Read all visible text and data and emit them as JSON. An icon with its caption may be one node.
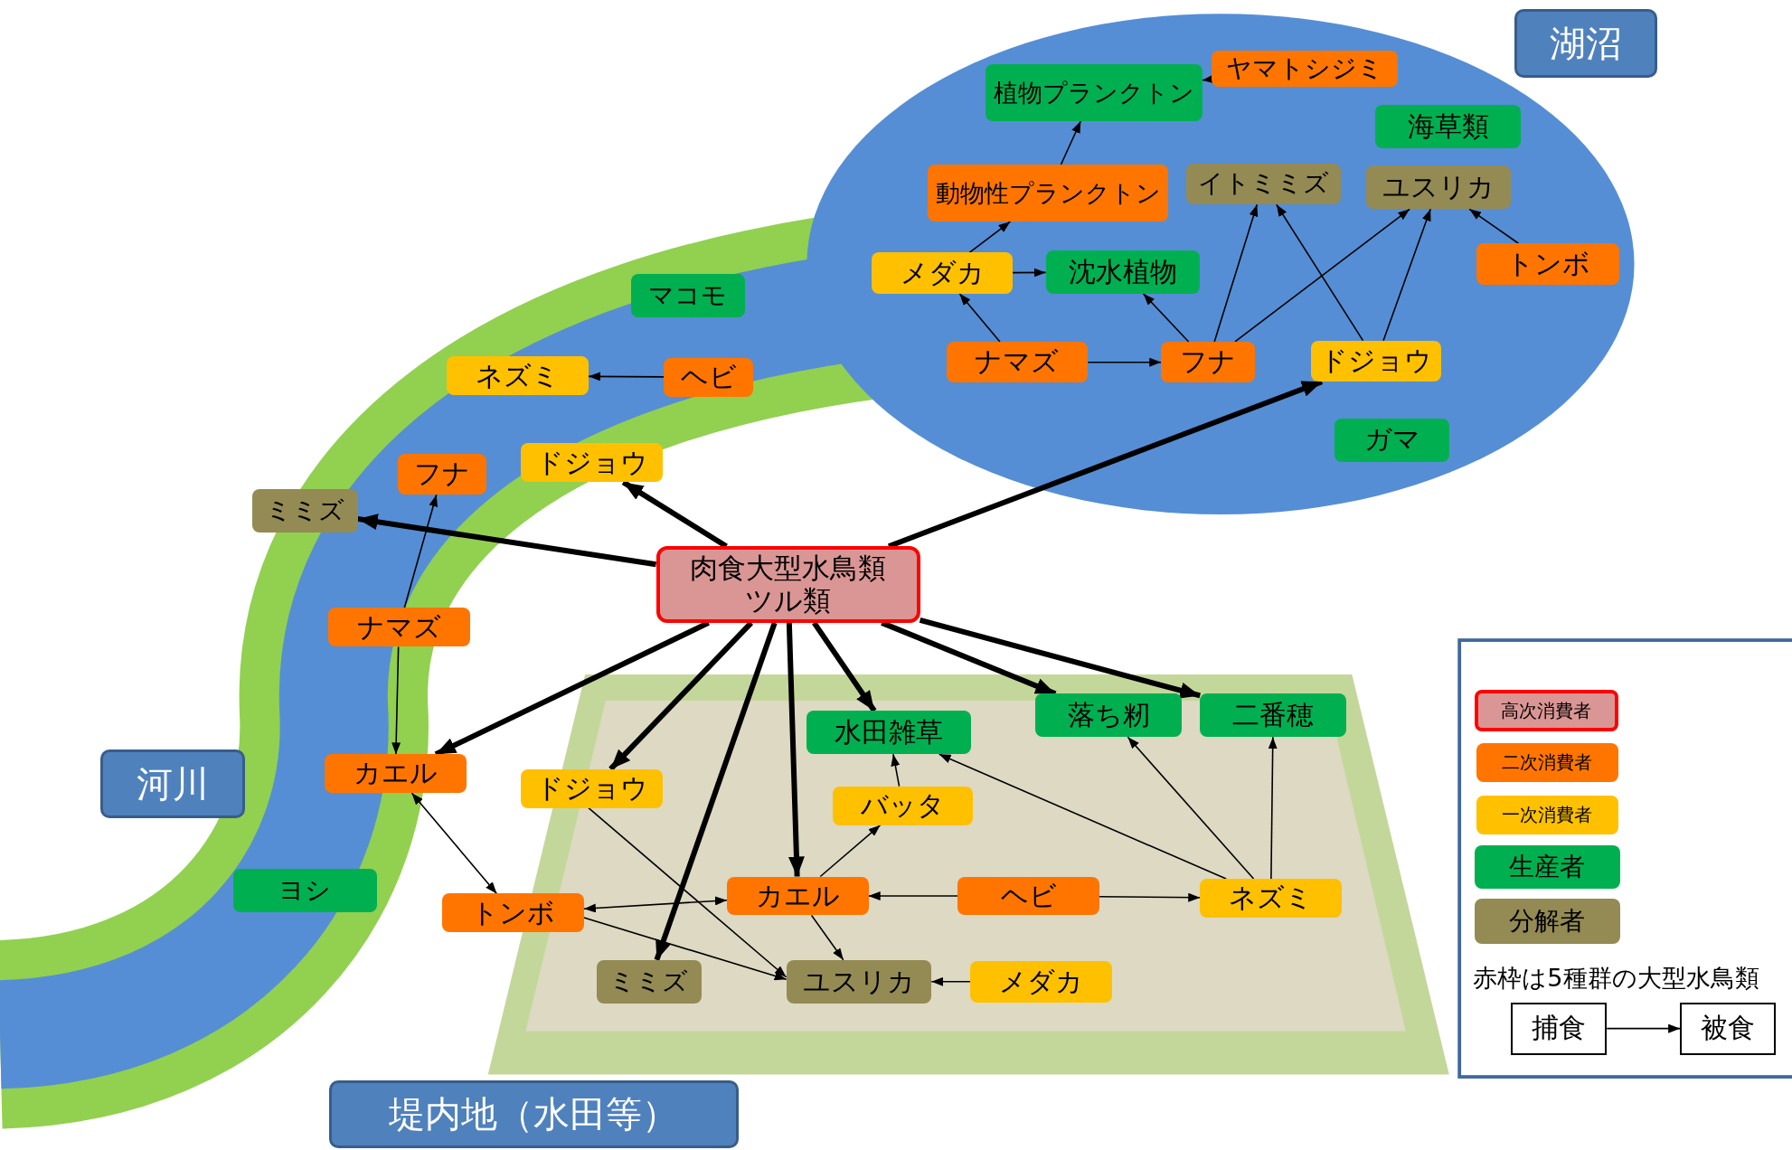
{
  "diagram": {
    "nodes": [
      {
        "text": [
          "湖沼"
        ]
      },
      {
        "text": [
          "河川"
        ]
      },
      {
        "text": [
          "堤内地（水田等）"
        ]
      },
      {
        "text": [
          "植物プランクトン"
        ]
      },
      {
        "text": [
          "ヤマトシジミ"
        ]
      },
      {
        "text": [
          "海草類"
        ]
      },
      {
        "text": [
          "動物性プランクトン"
        ]
      },
      {
        "text": [
          "イトミミズ"
        ]
      },
      {
        "text": [
          "ユスリカ"
        ]
      },
      {
        "text": [
          "メダカ"
        ]
      },
      {
        "text": [
          "沈水植物"
        ]
      },
      {
        "text": [
          "トンボ"
        ]
      },
      {
        "text": [
          "ナマズ"
        ]
      },
      {
        "text": [
          "フナ"
        ]
      },
      {
        "text": [
          "ドジョウ"
        ]
      },
      {
        "text": [
          "ガマ"
        ]
      },
      {
        "text": [
          "マコモ"
        ]
      },
      {
        "text": [
          "ネズミ"
        ]
      },
      {
        "text": [
          "ヘビ"
        ]
      },
      {
        "text": [
          "フナ"
        ]
      },
      {
        "text": [
          "ドジョウ"
        ]
      },
      {
        "text": [
          "ミミズ"
        ]
      },
      {
        "text": [
          "肉食大型水鳥類ツル類"
        ]
      },
      {
        "text": [
          "ナマズ"
        ]
      },
      {
        "text": [
          "カエル"
        ]
      },
      {
        "text": [
          "ヨシ"
        ]
      },
      {
        "text": [
          "水田雑草"
        ]
      },
      {
        "text": [
          "落ち籾"
        ]
      },
      {
        "text": [
          "二番穂"
        ]
      },
      {
        "text": [
          "ドジョウ"
        ]
      },
      {
        "text": [
          "バッタ"
        ]
      },
      {
        "text": [
          "カエル"
        ]
      },
      {
        "text": [
          "ヘビ"
        ]
      },
      {
        "text": [
          "ネズミ"
        ]
      },
      {
        "text": [
          "トンボ"
        ]
      },
      {
        "text": [
          "ミミズ"
        ]
      },
      {
        "text": [
          "ユスリカ"
        ]
      },
      {
        "text": [
          "メダカ"
        ]
      },
      {
        "text": [
          "捕食"
        ]
      },
      {
        "text": [
          "被食"
        ]
      }
    ],
    "edges": [
      {
        "from": 4,
        "to": 3,
        "arrow": "to"
      },
      {
        "from": 6,
        "to": 3,
        "arrow": "to"
      },
      {
        "from": 9,
        "to": 6,
        "arrow": "to"
      },
      {
        "from": 9,
        "to": 10,
        "arrow": "to"
      },
      {
        "from": 12,
        "to": 9,
        "arrow": "to"
      },
      {
        "from": 12,
        "to": 13,
        "arrow": "to"
      },
      {
        "from": 13,
        "to": 10,
        "arrow": "to"
      },
      {
        "from": 13,
        "to": 7,
        "arrow": "to"
      },
      {
        "from": 13,
        "to": 8,
        "arrow": "to"
      },
      {
        "from": 14,
        "to": 7,
        "arrow": "to"
      },
      {
        "from": 14,
        "to": 8,
        "arrow": "to"
      },
      {
        "from": 11,
        "to": 8,
        "arrow": "to"
      },
      {
        "from": 18,
        "to": 17,
        "arrow": "to"
      },
      {
        "from": 23,
        "to": 19,
        "arrow": "to"
      },
      {
        "from": 23,
        "to": 24,
        "arrow": "to"
      },
      {
        "from": 24,
        "to": 34,
        "arrow": "both"
      },
      {
        "from": 30,
        "to": 26,
        "arrow": "to"
      },
      {
        "from": 31,
        "to": 30,
        "arrow": "to"
      },
      {
        "from": 34,
        "to": 31,
        "arrow": "both"
      },
      {
        "from": 34,
        "to": 36,
        "arrow": "to"
      },
      {
        "from": 29,
        "to": 36,
        "arrow": "to"
      },
      {
        "from": 31,
        "to": 36,
        "arrow": "to"
      },
      {
        "from": 37,
        "to": 36,
        "arrow": "to"
      },
      {
        "from": 32,
        "to": 31,
        "arrow": "to"
      },
      {
        "from": 32,
        "to": 33,
        "arrow": "to"
      },
      {
        "from": 33,
        "to": 26,
        "arrow": "to"
      },
      {
        "from": 33,
        "to": 27,
        "arrow": "to"
      },
      {
        "from": 33,
        "to": 28,
        "arrow": "to"
      },
      {
        "from": 22,
        "to": 20,
        "arrow": "to",
        "style": "thick"
      },
      {
        "from": 22,
        "to": 21,
        "arrow": "to",
        "style": "thick"
      },
      {
        "from": 22,
        "to": 14,
        "arrow": "to",
        "style": "thick"
      },
      {
        "from": 22,
        "to": 24,
        "arrow": "to",
        "style": "thick"
      },
      {
        "from": 22,
        "to": 29,
        "arrow": "to",
        "style": "thick"
      },
      {
        "from": 22,
        "to": 35,
        "arrow": "to",
        "style": "thick"
      },
      {
        "from": 22,
        "to": 31,
        "arrow": "to",
        "style": "thick"
      },
      {
        "from": 22,
        "to": 26,
        "arrow": "to",
        "style": "thick"
      },
      {
        "from": 22,
        "to": 27,
        "arrow": "to",
        "style": "thick"
      },
      {
        "from": 22,
        "to": 28,
        "arrow": "to",
        "style": "thick"
      },
      {
        "from": 38,
        "to": 39,
        "arrow": "to"
      }
    ],
    "labels": [
      "赤枠は5種群の大型水鳥類"
    ],
    "legend": [
      {
        "text": "高次消費者",
        "color": "#da9694"
      },
      {
        "text": "二次消費者",
        "color": "#ff7500"
      },
      {
        "text": "一次消費者",
        "color": "#ffc000"
      },
      {
        "text": "生産者",
        "color": "#00b050"
      },
      {
        "text": "分解者",
        "color": "#948a54"
      }
    ]
  }
}
